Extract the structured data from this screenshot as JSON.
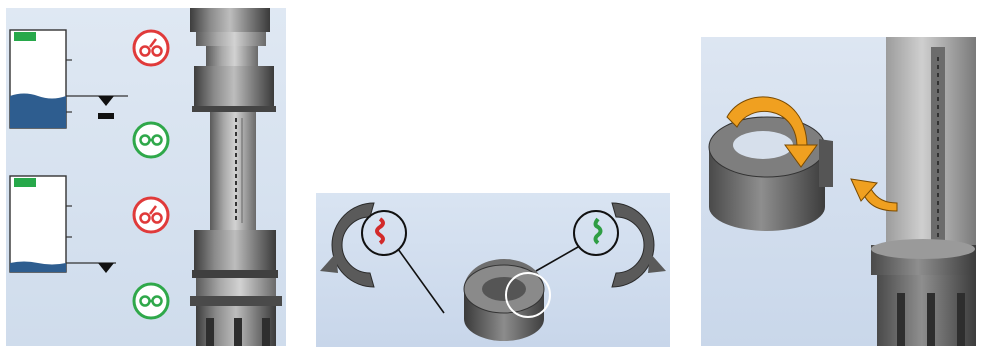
{
  "panels": [
    {
      "name": "float-level-indicator-panel",
      "states": [
        {
          "level": "high",
          "indicator": "broken-link-icon",
          "color": "#e03a3a"
        },
        {
          "level": "high",
          "indicator": "link-icon",
          "color": "#2fa84a"
        },
        {
          "level": "low",
          "indicator": "broken-link-icon",
          "color": "#e03a3a"
        },
        {
          "level": "low",
          "indicator": "link-icon",
          "color": "#2fa84a"
        }
      ]
    },
    {
      "name": "clip-orientation-panel",
      "left_clip_mark_color": "#d22a2a",
      "right_clip_mark_color": "#2f9e44"
    },
    {
      "name": "clip-mounting-panel",
      "rotate_arrow": "curved-arrow-icon",
      "insert_arrow": "curved-arrow-icon",
      "arrow_color": "#f0a020"
    }
  ],
  "colors": {
    "water": "#2e5d8f",
    "bottle_cap": "#27a84a",
    "metal_dark": "#4d4d4d",
    "metal_light": "#9a9a9a"
  }
}
